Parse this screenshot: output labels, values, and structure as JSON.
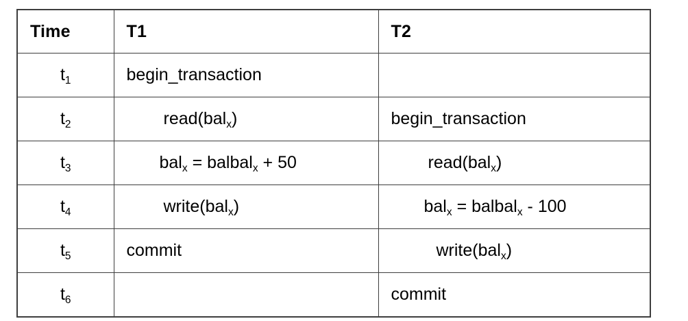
{
  "figure": {
    "type": "table",
    "description": "Concurrency control schedule table showing two transactions over six time steps"
  },
  "table": {
    "columns": [
      {
        "key": "time",
        "header": "Time"
      },
      {
        "key": "t1",
        "header": "T1"
      },
      {
        "key": "t2",
        "header": "T2"
      }
    ],
    "rows": [
      {
        "time_base": "t",
        "time_sub": "1",
        "t1_base": "begin_transaction",
        "t1_sub": "",
        "t1_tail": "",
        "t1_indent": "ind-0",
        "t2_base": "",
        "t2_sub": "",
        "t2_tail": "",
        "t2_indent": "ind-0"
      },
      {
        "time_base": "t",
        "time_sub": "2",
        "t1_base": "read(bal",
        "t1_sub": "x",
        "t1_tail": ")",
        "t1_indent": "ind-1",
        "t2_base": "begin_transaction",
        "t2_sub": "",
        "t2_tail": "",
        "t2_indent": "ind-0"
      },
      {
        "time_base": "t",
        "time_sub": "3",
        "t1_base": "bal",
        "t1_sub": "x",
        "t1_tail": " = bal",
        "t1_indent": "ind-2",
        "t1_base2": "bal",
        "t1_sub2": "x",
        "t1_tail2": " + 50",
        "t2_base": "read(bal",
        "t2_sub": "x",
        "t2_tail": ")",
        "t2_indent": "ind-1"
      },
      {
        "time_base": "t",
        "time_sub": "4",
        "t1_base": "write(bal",
        "t1_sub": "x",
        "t1_tail": ")",
        "t1_indent": "ind-1",
        "t2_base": "bal",
        "t2_sub": "x",
        "t2_tail": " = bal",
        "t2_base2": "bal",
        "t2_sub2": "x",
        "t2_tail2": " - 100",
        "t2_indent": "ind-2"
      },
      {
        "time_base": "t",
        "time_sub": "5",
        "t1_base": "commit",
        "t1_sub": "",
        "t1_tail": "",
        "t1_indent": "ind-0",
        "t2_base": "write(bal",
        "t2_sub": "x",
        "t2_tail": ")",
        "t2_indent": "ind-3"
      },
      {
        "time_base": "t",
        "time_sub": "6",
        "t1_base": "",
        "t1_sub": "",
        "t1_tail": "",
        "t1_indent": "ind-0",
        "t2_base": "commit",
        "t2_sub": "",
        "t2_tail": "",
        "t2_indent": "ind-0"
      }
    ]
  },
  "colors": {
    "background": "#ffffff",
    "text": "#000000",
    "border": "#3d3d3d",
    "header_rule": "#5a5a5a"
  }
}
